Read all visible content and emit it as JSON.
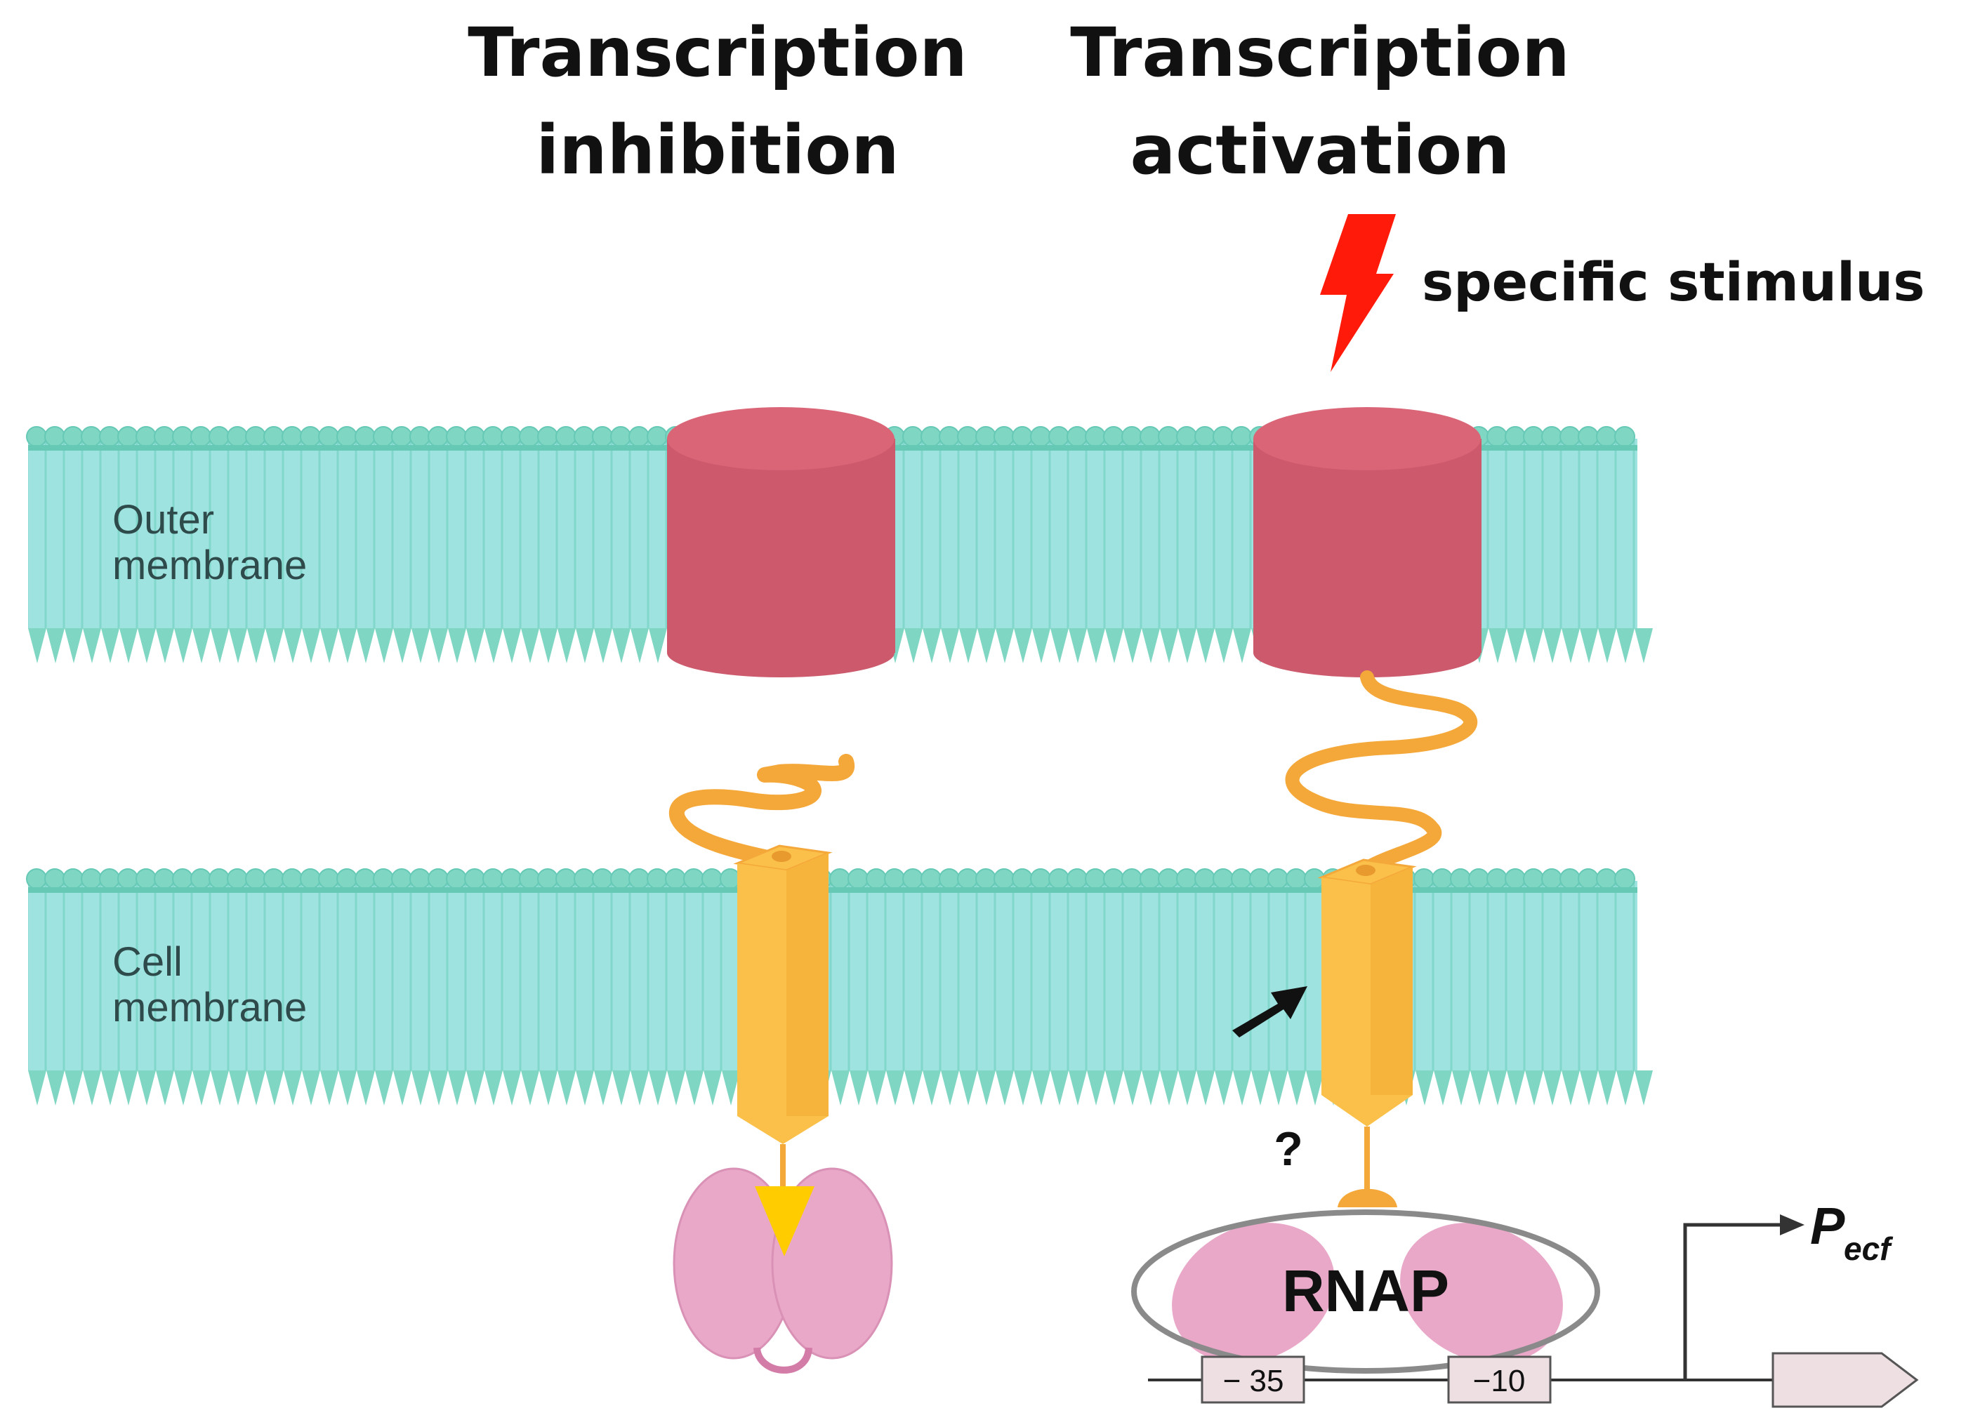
{
  "headings": {
    "left_line1": "Transcription",
    "left_line2": "inhibition",
    "right_line1": "Transcription",
    "right_line2": "activation"
  },
  "stimulus_label": "specific stimulus",
  "membranes": {
    "outer_line1": "Outer",
    "outer_line2": "membrane",
    "cell_line1": "Cell",
    "cell_line2": "membrane"
  },
  "rnap_label": "RNAP",
  "promoter": {
    "box_35": "− 35",
    "box_10": "−10",
    "p_label": "P",
    "p_subscript": "ecf"
  },
  "question_mark": "?",
  "icons": {
    "stimulus": "lightning-bolt-icon",
    "cell_membrane_arrow": "black-arrow-icon",
    "promoter_arrow": "promoter-arrow-icon"
  },
  "colors": {
    "membrane_fill": "#9ee3e0",
    "membrane_head": "#7fd6c2",
    "membrane_line": "#66c9b6",
    "outer_protein": "#cc5a6c",
    "outer_protein_top": "#da6577",
    "sigma_factor": "#f5a83a",
    "sigma_factor_light": "#fbc04a",
    "rnap_lobe": "#e9a8c8",
    "lightning": "#ff1a0a",
    "gene_box": "#eedfe3"
  }
}
